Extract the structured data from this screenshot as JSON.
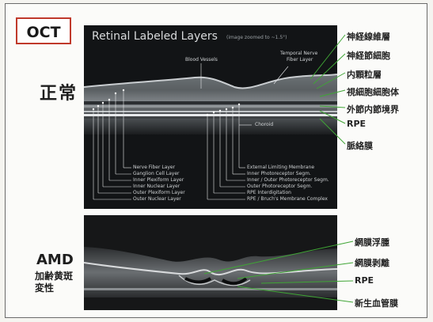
{
  "badge": {
    "text": "OCT"
  },
  "normal": {
    "label": "正常"
  },
  "amd": {
    "label": "AMD",
    "sublabel_line1": "加齢黄斑",
    "sublabel_line2": "変性"
  },
  "panel": {
    "title": "Retinal Labeled Layers",
    "subtitle": "(image zoomed to ~1.5°)",
    "blood_vessels": "Blood Vessels",
    "temporal_nerve": "Temporal Nerve",
    "fiber_layer": "Fiber Layer",
    "choroid": "Choroid",
    "left_labels": [
      "Nerve Fiber Layer",
      "Ganglion Cell Layer",
      "Inner Plexiform Layer",
      "Inner Nuclear Layer",
      "Outer Plexiform Layer",
      "Outer Nuclear Layer"
    ],
    "right_labels": [
      "External Limiting Membrane",
      "Inner Photoreceptor Segm.",
      "Inner / Outer Photoreceptor Segm.",
      "Outer Photoreceptor Segm.",
      "RPE Interdigitation",
      "RPE / Bruch's Membrane Complex"
    ]
  },
  "right_labels": [
    "神経線維層",
    "神経節細胞",
    "内顆粒層",
    "視細胞細胞体",
    "外節内節境界",
    "RPE",
    "脈絡膜"
  ],
  "amd_labels": [
    "網膜浮腫",
    "網膜剥離",
    "RPE",
    "新生血管膜"
  ],
  "colors": {
    "badge_border": "#c0392b",
    "green_line": "#3fa535",
    "panel_bg": "#121416"
  }
}
